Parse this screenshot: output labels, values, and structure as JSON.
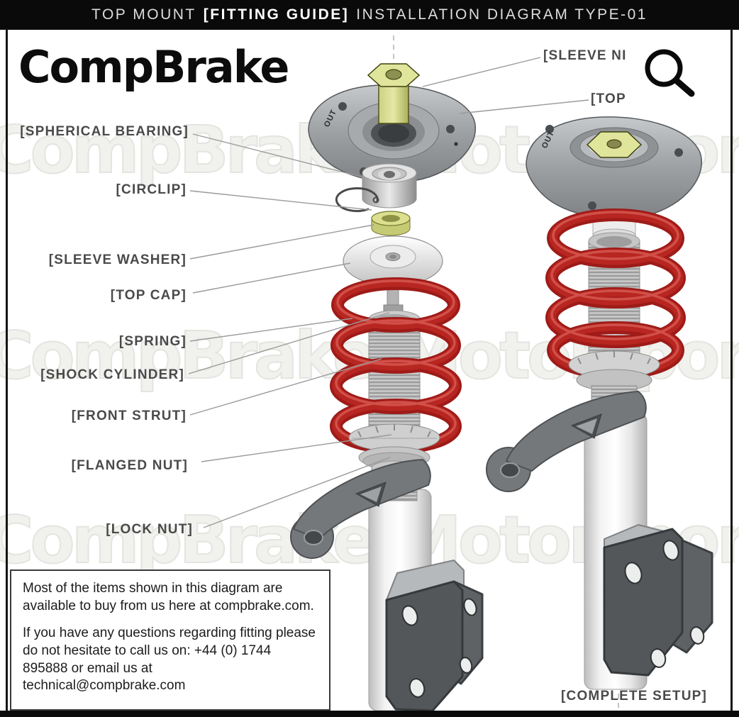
{
  "banner": {
    "part1": "TOP MOUNT",
    "part2": "[FITTING GUIDE]",
    "part3": "INSTALLATION DIAGRAM TYPE-01"
  },
  "logo": "CompBrake",
  "watermark": "CompBrake-Motorsport",
  "labels": {
    "sleeve_nut": "[SLEEVE NI",
    "top_mount": "[TOP",
    "spherical_bearing": "[SPHERICAL BEARING]",
    "circlip": "[CIRCLIP]",
    "sleeve_washer": "[SLEEVE WASHER]",
    "top_cap": "[TOP CAP]",
    "spring": "[SPRING]",
    "shock_cylinder": "[SHOCK CYLINDER]",
    "front_strut": "[FRONT STRUT]",
    "flanged_nut": "[FLANGED NUT]",
    "lock_nut": "[LOCK NUT]",
    "complete_setup": "[COMPLETE SETUP]"
  },
  "diagram": {
    "out_marking": "OUT"
  },
  "info_box": {
    "para1": "Most of the items shown in this diagram are available to buy from us here at compbrake.com.",
    "para2": "If you have any questions regarding fitting please do not hesitate to call us on: +44 (0) 1744 895888 or email us at technical@compbrake.com"
  },
  "colors": {
    "spring_red": "#b2221e",
    "nut_yellow": "#e0e59c",
    "banner_bg": "#0a0a0a",
    "watermark_gray": "#f1f1ee",
    "label_text": "#4a4a4a"
  }
}
